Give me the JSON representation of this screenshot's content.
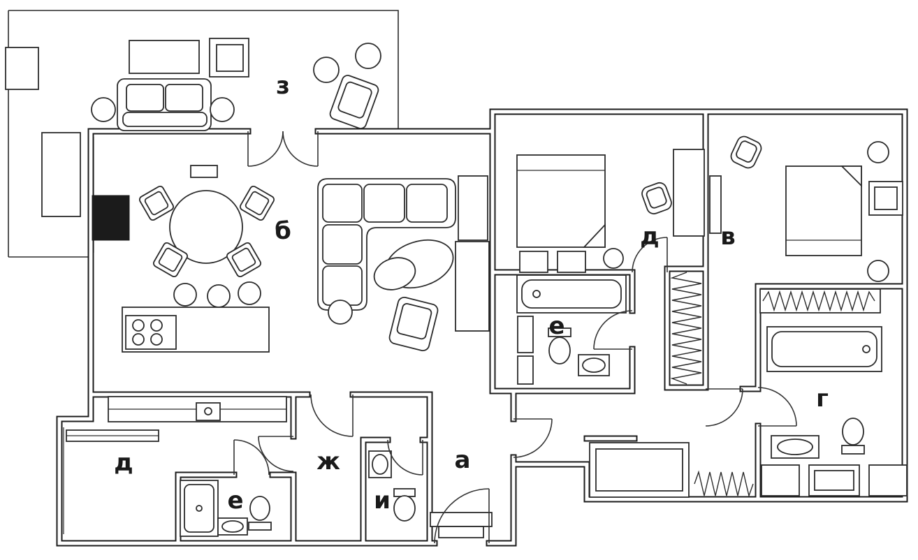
{
  "colors": {
    "background": "#ffffff",
    "walls": "#1b1b1b",
    "furniture_line": "#2b2b2b",
    "label": "#1a1a1a"
  },
  "rooms": [
    {
      "id": "z",
      "label": "з"
    },
    {
      "id": "b",
      "label": "б"
    },
    {
      "id": "d1",
      "label": "д"
    },
    {
      "id": "v",
      "label": "в"
    },
    {
      "id": "e1",
      "label": "е"
    },
    {
      "id": "g",
      "label": "г"
    },
    {
      "id": "d2",
      "label": "д"
    },
    {
      "id": "e2",
      "label": "е"
    },
    {
      "id": "zh",
      "label": "ж"
    },
    {
      "id": "i",
      "label": "и"
    },
    {
      "id": "a",
      "label": "а"
    }
  ]
}
